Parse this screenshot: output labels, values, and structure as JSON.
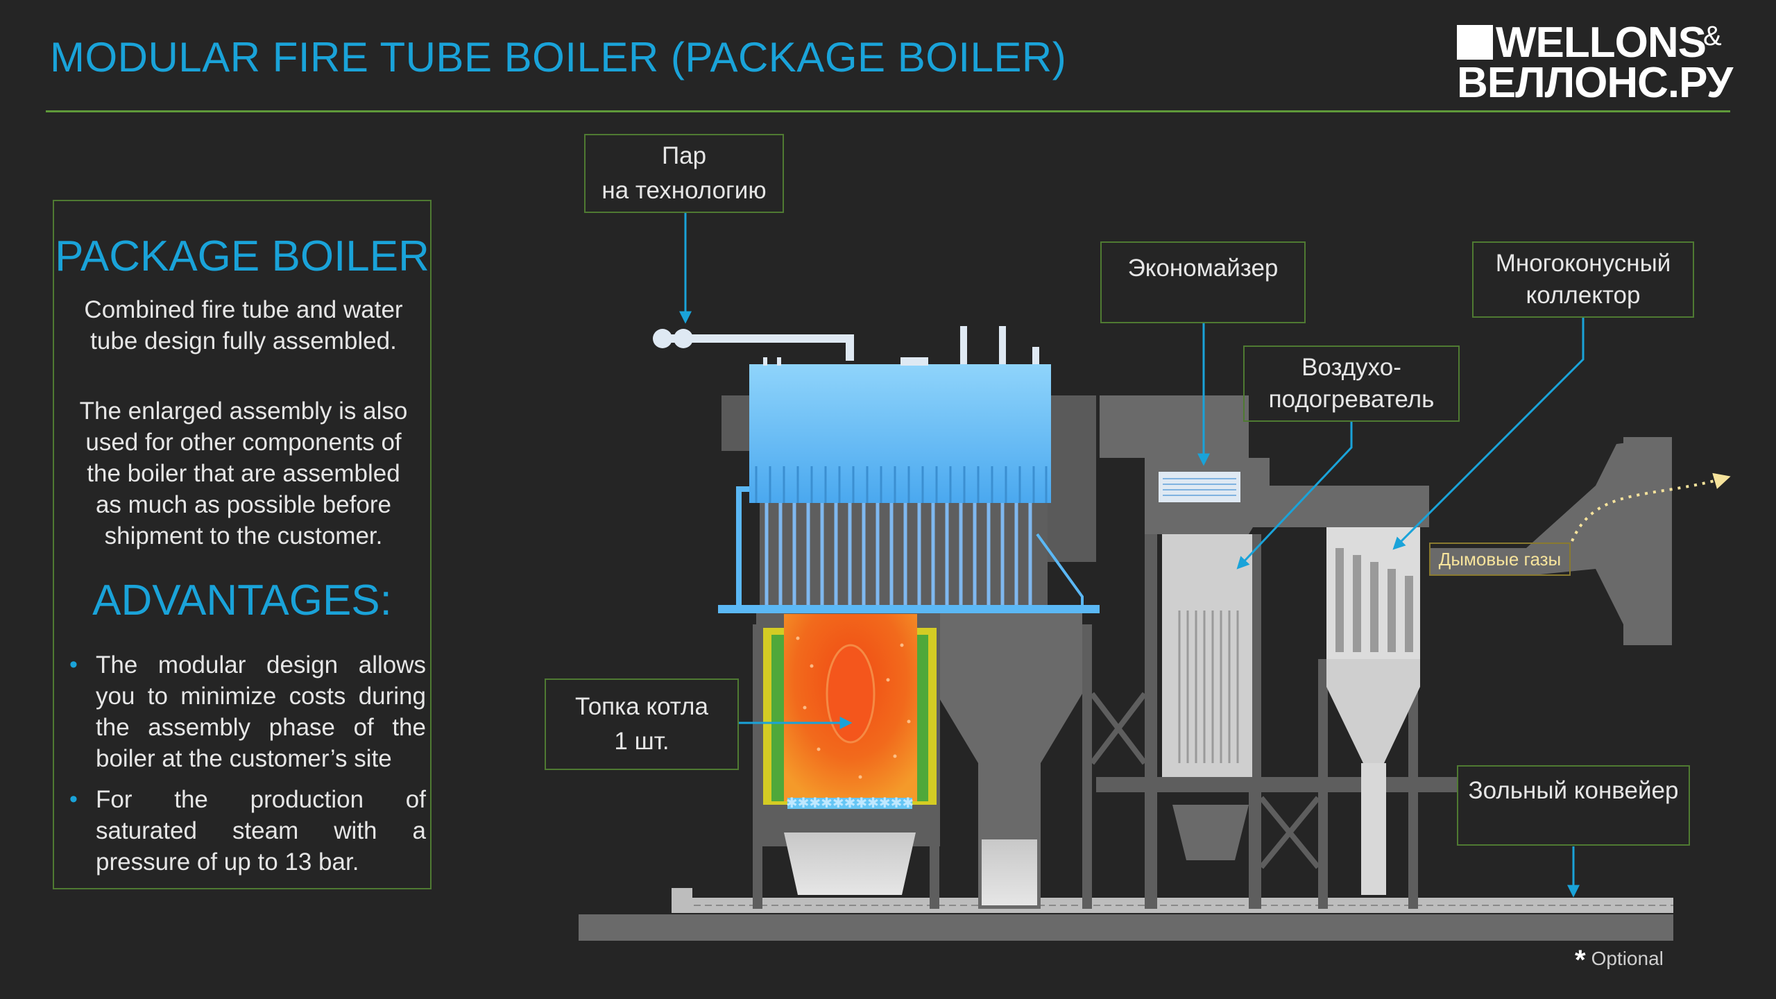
{
  "header": {
    "title": "MODULAR FIRE TUBE BOILER (PACKAGE BOILER)",
    "logo_line1": "WELLONS",
    "logo_amp": "&",
    "logo_line2": "ВЕЛЛОНС.РУ"
  },
  "panel": {
    "heading": "PACKAGE BOILER",
    "intro": "Combined fire tube and water tube design fully assembled.",
    "detail": "The enlarged assembly is also used for other components of the boiler that are assembled as much as possible before shipment to the customer.",
    "advantages_heading": "ADVANTAGES:",
    "advantages": [
      "The modular design allows you to minimize costs during the assembly phase of the boiler at the customer’s site",
      "For the production of saturated steam with a pressure of up to 13 bar."
    ]
  },
  "labels": {
    "steam_line1": "Пар",
    "steam_line2": "на технологию",
    "economizer": "Экономайзер",
    "multicyclone_line1": "Многоконусный",
    "multicyclone_line2": "коллектор",
    "air_heater_line1": "Воздухо-",
    "air_heater_line2": "подогреватель",
    "furnace_line1": "Топка котла",
    "furnace_line2": "1 шт.",
    "ash_conveyor": "Зольный конвейер",
    "flue_gas": "Дымовые газы"
  },
  "footnote": {
    "star": "*",
    "text": "Optional"
  },
  "colors": {
    "accent": "#1aa3d9",
    "frame_green": "#4f7a32",
    "steel": "#6a6a6a",
    "water": "#5bb8f5",
    "fire": "#f05a1a",
    "flue_gas": "#f6e39c"
  }
}
